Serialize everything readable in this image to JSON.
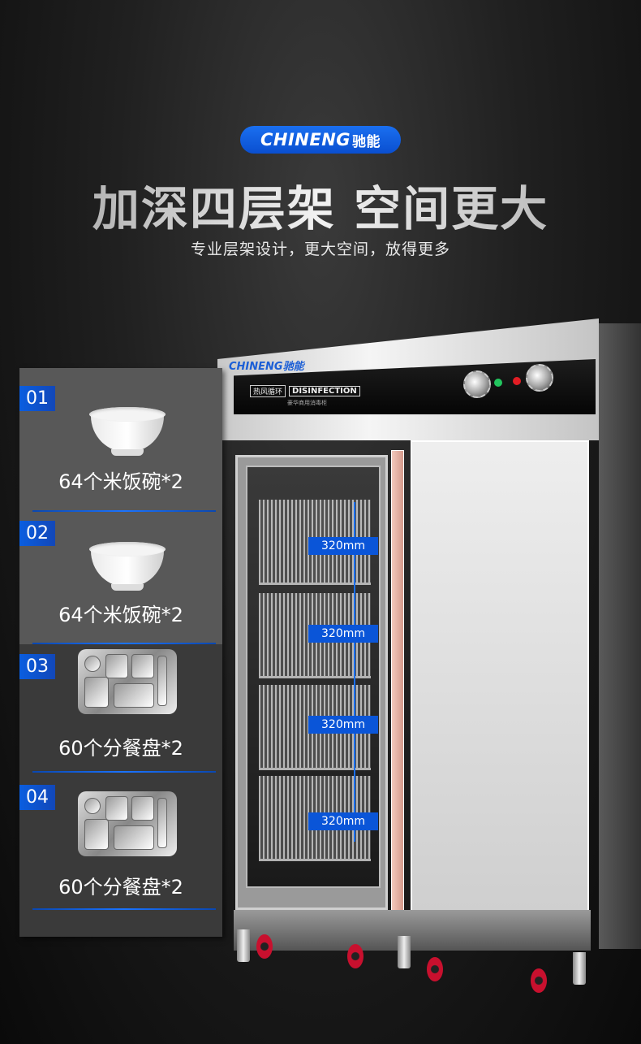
{
  "brand": {
    "name_en": "CHINENG",
    "name_cn": "驰能",
    "color": "#0a55d8"
  },
  "header": {
    "title": "加深四层架 空间更大",
    "subtitle": "专业层架设计，更大空间，放得更多"
  },
  "cabinet": {
    "logo": "CHINENG驰能",
    "panel_tag": "热风循环",
    "panel_badge": "DISINFECTION",
    "panel_subtitle": "豪华商用消毒柜",
    "led_colors": {
      "power": "#22c55e",
      "heat": "#e11d24"
    },
    "trim_color": "#e3b3a6",
    "shelves": [
      {
        "level": 1,
        "height": "320mm"
      },
      {
        "level": 2,
        "height": "320mm"
      },
      {
        "level": 3,
        "height": "320mm"
      },
      {
        "level": 4,
        "height": "320mm"
      }
    ]
  },
  "specs": [
    {
      "number": "01",
      "icon": "rice-bowl-icon",
      "label": "64个米饭碗*2"
    },
    {
      "number": "02",
      "icon": "rice-bowl-icon",
      "label": "64个米饭碗*2"
    },
    {
      "number": "03",
      "icon": "compartment-tray-icon",
      "label": "60个分餐盘*2"
    },
    {
      "number": "04",
      "icon": "compartment-tray-icon",
      "label": "60个分餐盘*2"
    }
  ]
}
